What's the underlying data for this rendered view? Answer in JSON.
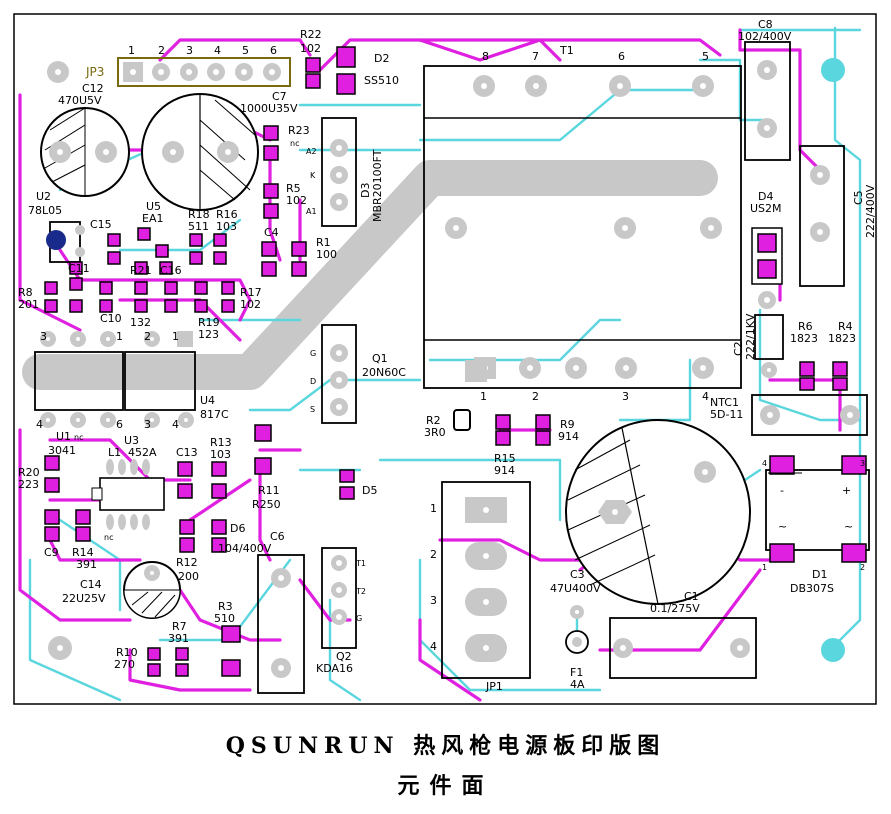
{
  "caption": {
    "title": "QSUNRUN 热风枪电源板印版图",
    "subtitle": "元件面"
  },
  "labels": {
    "jp3": "JP3",
    "jp3_pins": [
      "1",
      "2",
      "3",
      "4",
      "5",
      "6"
    ],
    "r22": "R22",
    "r22_val": "102",
    "d2": "D2",
    "d2_val": "SS510",
    "t1": "T1",
    "t1_pins_top": [
      "8",
      "7",
      "6",
      "5"
    ],
    "c8": "C8",
    "c8_val": "102/400V",
    "c12": "C12",
    "c12_val": "470U5V",
    "c7": "C7",
    "c7_val": "1000U35V",
    "r23": "R23",
    "nc": "nc",
    "d3": "D3",
    "d3_val": "MBR20100FT",
    "d3_pins": [
      "A2",
      "K",
      "A1"
    ],
    "r5": "R5",
    "r5_val": "102",
    "c5": "C5",
    "c5_val": "222/400V",
    "d4": "D4",
    "d4_val": "US2M",
    "u2": "U2",
    "u2_val": "78L05",
    "u5": "U5",
    "u5_val": "EA1",
    "c15": "C15",
    "r18": "R18",
    "r18_val": "511",
    "r16": "R16",
    "r16_val": "103",
    "c4": "C4",
    "r1": "R1",
    "r1_val": "100",
    "c11": "C11",
    "r21": "R21",
    "c16": "C16",
    "r8": "R8",
    "r8_val": "201",
    "c10": "C10",
    "r17": "R17",
    "r17_val": "102",
    "r21_val": "132",
    "r19": "R19",
    "r19_val": "123",
    "c2": "C2",
    "c2_val": "222/1KV",
    "r6": "R6",
    "r6_val": "1823",
    "r4": "R4",
    "r4_val": "1823",
    "q1": "Q1",
    "q1_val": "20N60C",
    "q1_pins": [
      "G",
      "D",
      "S"
    ],
    "u4": "U4",
    "u4_val": "817C",
    "u1": "U1",
    "u1_val": "3041",
    "r2": "R2",
    "r2_val": "3R0",
    "r9": "R9",
    "r9_val": "914",
    "r15": "R15",
    "r15_val": "914",
    "ntc1": "NTC1",
    "ntc1_val": "5D-11",
    "u3": "U3",
    "l1": "L1",
    "l1_val": "452A",
    "c13": "C13",
    "r13": "R13",
    "r13_val": "103",
    "r20": "R20",
    "r20_val": "223",
    "r11": "R11",
    "r11_val": "R250",
    "d5": "D5",
    "d6": "D6",
    "c9": "C9",
    "r14": "R14",
    "r14_val": "391",
    "r12": "R12",
    "r12_val": "200",
    "c6": "C6",
    "c6_val": "104/400V",
    "jp1": "JP1",
    "jp1_pins": [
      "1",
      "2",
      "3",
      "4"
    ],
    "c3": "C3",
    "c3_val": "47U400V",
    "c1": "C1",
    "c1_val": "0.1/275V",
    "d1": "D1",
    "d1_val": "DB307S",
    "c14": "C14",
    "c14_val": "22U25V",
    "r3": "R3",
    "r3_val": "510",
    "r7": "R7",
    "r7_val": "391",
    "r10": "R10",
    "r10_val": "270",
    "q2": "Q2",
    "q2_val": "KDA16",
    "q2_pins": [
      "T1",
      "T2",
      "G"
    ],
    "f1": "F1",
    "f1_val": "4A",
    "t1_pins_bottom": [
      "1",
      "2",
      "3",
      "4"
    ],
    "u_pin_nums": [
      "3",
      "1",
      "2",
      "1",
      "4",
      "6",
      "3",
      "4"
    ],
    "bridge_marks": [
      "4",
      "3",
      "1",
      "2",
      "-",
      "+",
      "~",
      "~"
    ]
  },
  "colors": {
    "top_trace": "#e020e0",
    "bottom_trace": "#5ad6de",
    "pad": "#c8c8c8",
    "silkscreen": "#000000",
    "slot": "#c8c8c8",
    "jp3_label": "#7a6a10"
  }
}
